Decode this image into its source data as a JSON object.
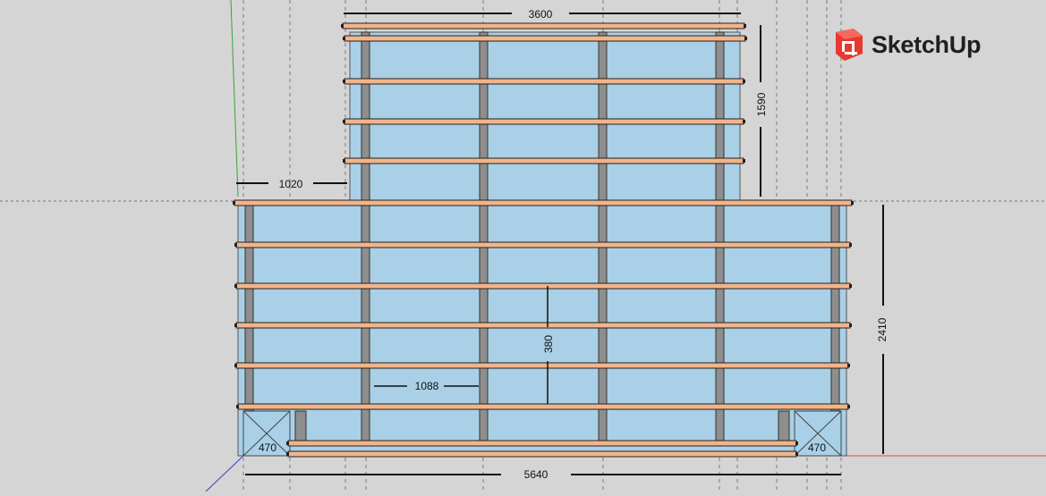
{
  "app": {
    "name": "SketchUp",
    "logo_icon": "sketchup-logo-icon"
  },
  "colors": {
    "background": "#d5d5d5",
    "glass": "#a9d0e6",
    "rail": "#f2b48a",
    "post": "#8e8e8e",
    "axis_red": "#d05050",
    "axis_green": "#35a535",
    "axis_blue": "#3a3ad0"
  },
  "dimensions": {
    "top_width": "3600",
    "upper_height": "1590",
    "left_offset": "1020",
    "full_height": "2410",
    "vertical_spacing": "380",
    "bay_width": "1088",
    "corner_left": "470",
    "corner_right": "470",
    "total_width": "5640"
  }
}
